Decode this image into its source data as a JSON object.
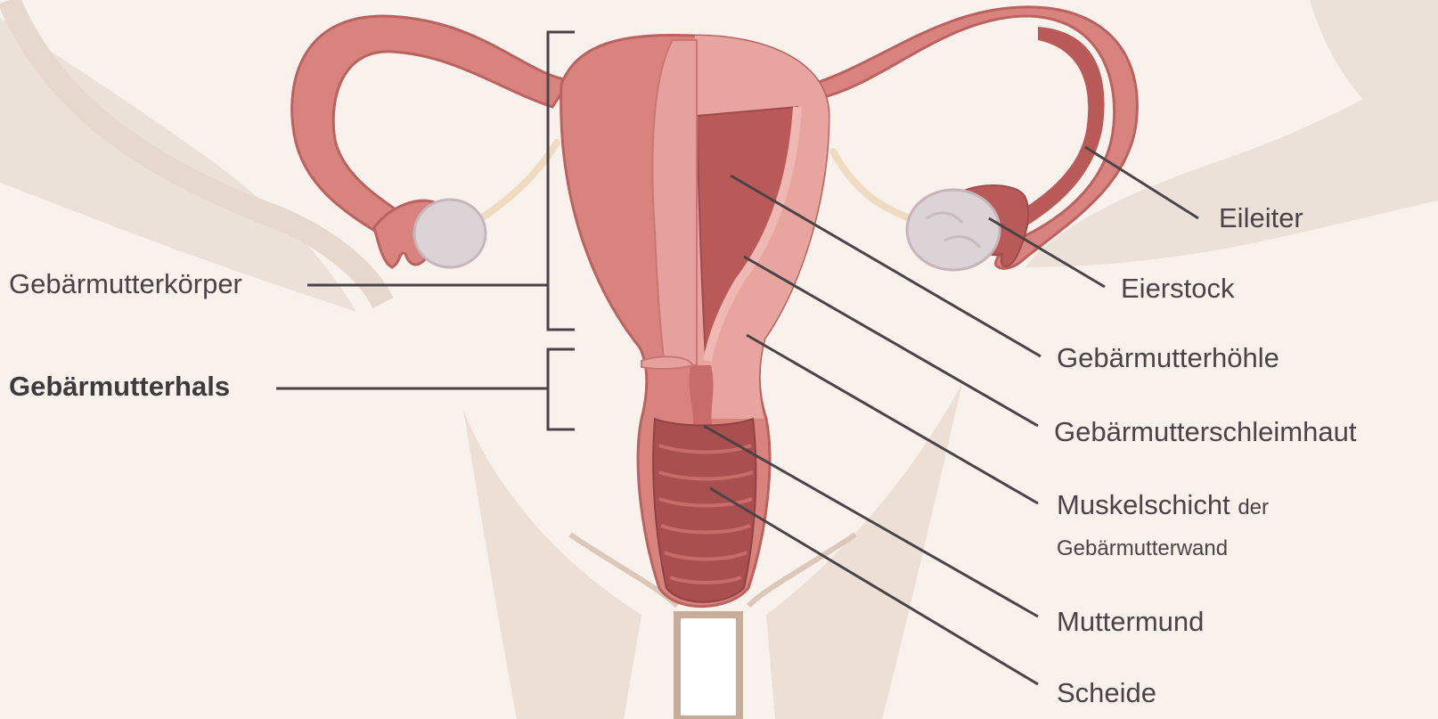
{
  "labels": {
    "corpus": "Gebärmutterkörper",
    "cervix": "Gebärmutterhals",
    "tube": "Eileiter",
    "ovary": "Eierstock",
    "cavity": "Gebärmutterhöhle",
    "endometrium": "Gebärmutterschleimhaut",
    "muscle_main": "Muskelschicht",
    "muscle_small1": "der",
    "muscle_small2": "Gebärmutterwand",
    "os": "Muttermund",
    "vagina": "Scheide"
  },
  "colors": {
    "background": "#f8f1ec",
    "pelvis_shadow": "#e8dcd3",
    "uterus_outer": "#d9837e",
    "uterus_light": "#e8a5a0",
    "cavity": "#b95a58",
    "vagina_inner": "#a94f4f",
    "ovary": "#dcd3d6",
    "ligament": "#efdcc0",
    "leader": "#4a4446"
  }
}
